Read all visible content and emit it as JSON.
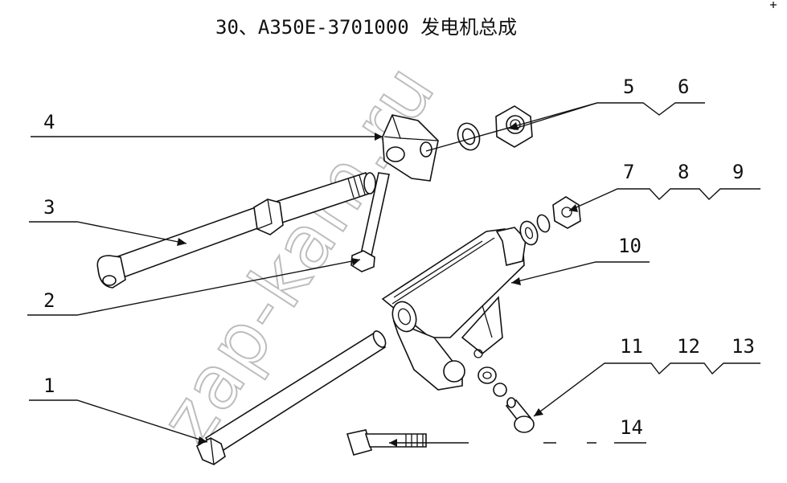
{
  "title": "30、A350E-3701000 发电机总成",
  "watermark": "zap-kam.ru",
  "callouts": {
    "c1": "1",
    "c2": "2",
    "c3": "3",
    "c4": "4",
    "c5": "5",
    "c6": "6",
    "c7": "7",
    "c8": "8",
    "c9": "9",
    "c10": "10",
    "c11": "11",
    "c12": "12",
    "c13": "13",
    "c14": "14"
  }
}
